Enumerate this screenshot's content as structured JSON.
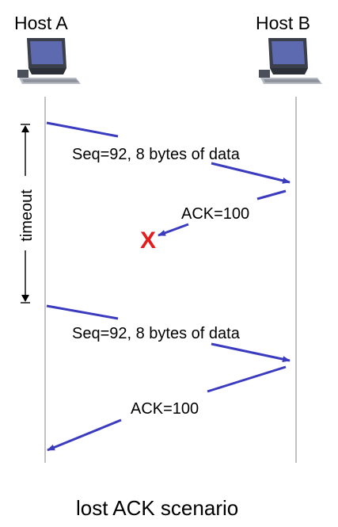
{
  "hosts": {
    "a": {
      "label": "Host A"
    },
    "b": {
      "label": "Host B"
    }
  },
  "timer": {
    "label": "timeout"
  },
  "messages": [
    {
      "label": "Seq=92, 8 bytes of data"
    },
    {
      "label": "ACK=100"
    },
    {
      "label": "Seq=92, 8 bytes of data"
    },
    {
      "label": "ACK=100"
    }
  ],
  "loss_marker": {
    "glyph": "X",
    "color": "#e11d1d"
  },
  "caption": "lost ACK scenario",
  "colors": {
    "arrow": "#3b3bbf",
    "timeline": "#9a9a9a",
    "computer_dark": "#3a3f4a",
    "computer_screen": "#5d6ab0"
  }
}
